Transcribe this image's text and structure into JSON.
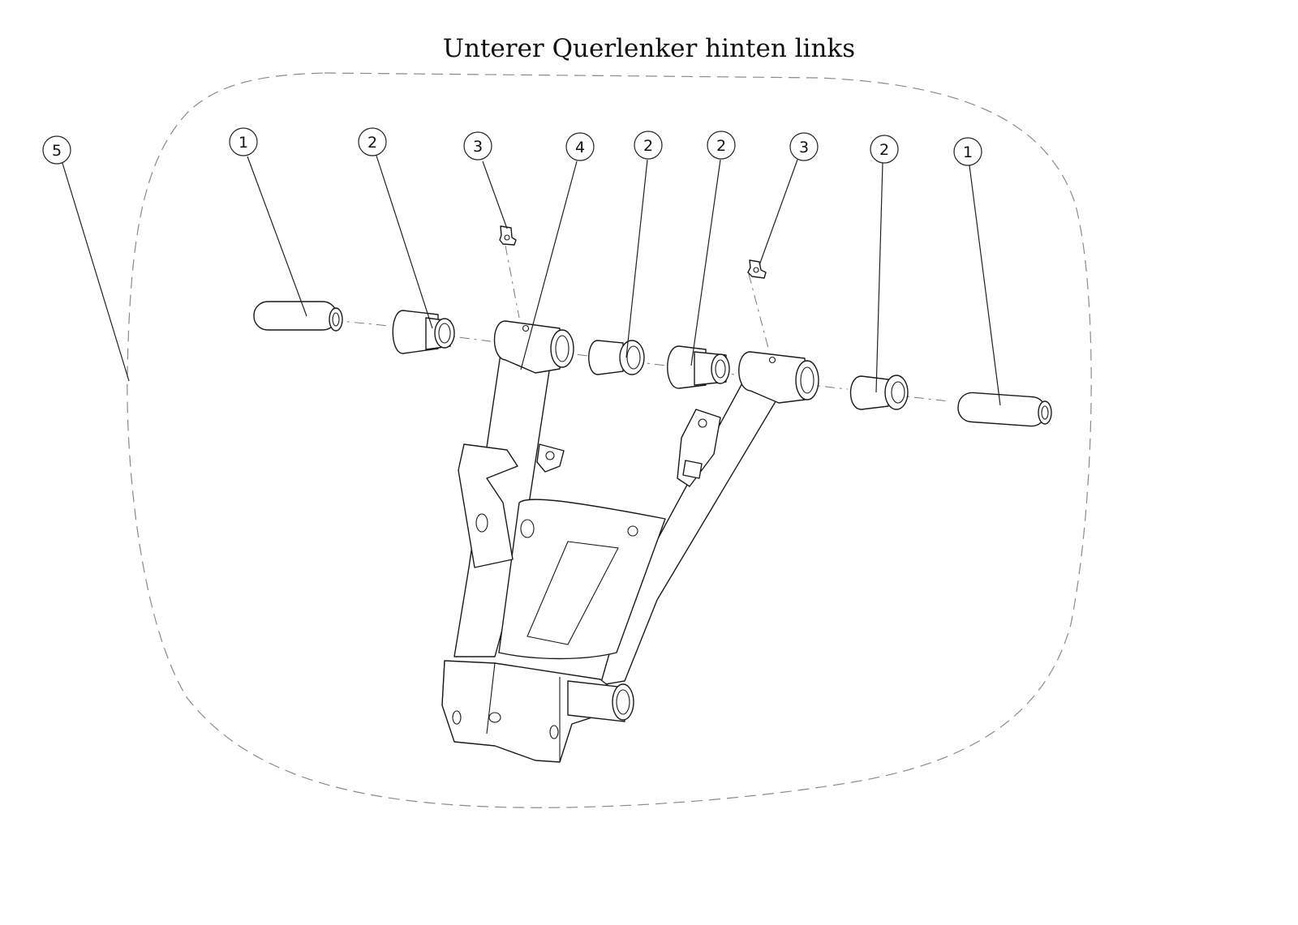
{
  "title": "Unterer Querlenker hinten links",
  "callouts": [
    {
      "id": "c5a",
      "label": "5"
    },
    {
      "id": "c1a",
      "label": "1"
    },
    {
      "id": "c2a",
      "label": "2"
    },
    {
      "id": "c3a",
      "label": "3"
    },
    {
      "id": "c4a",
      "label": "4"
    },
    {
      "id": "c2b",
      "label": "2"
    },
    {
      "id": "c2c",
      "label": "2"
    },
    {
      "id": "c3b",
      "label": "3"
    },
    {
      "id": "c2d",
      "label": "2"
    },
    {
      "id": "c1b",
      "label": "1"
    }
  ]
}
